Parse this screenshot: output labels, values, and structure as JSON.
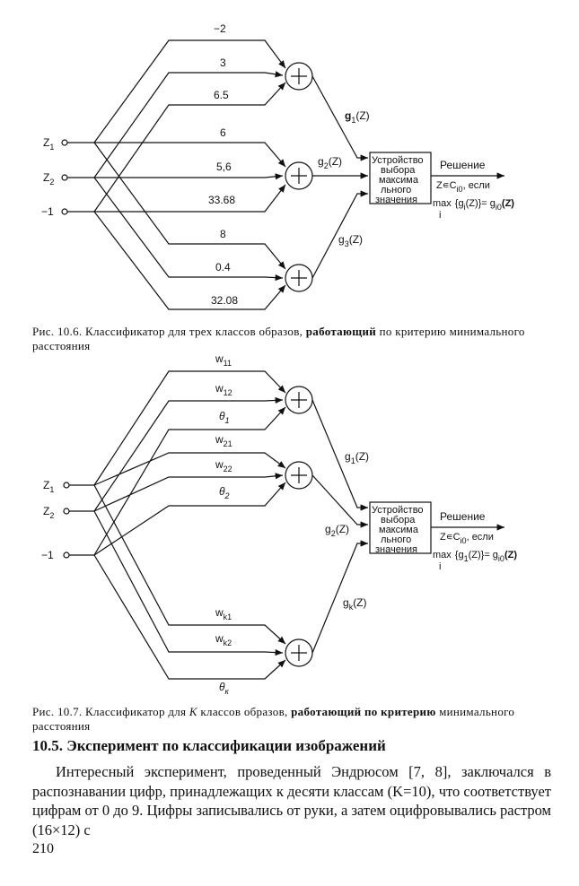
{
  "fig1": {
    "inputs": [
      "Z",
      "Z",
      "−1"
    ],
    "input_subs": [
      "1",
      "2",
      ""
    ],
    "weights": [
      "−2",
      "3",
      "6.5",
      "6",
      "5,6",
      "33.68",
      "8",
      "0.4",
      "32.08"
    ],
    "outputs": {
      "g1": "g",
      "g1_sub": "1",
      "g1_arg": "(Z)",
      "g2": "g",
      "g2_sub": "2",
      "g2_arg": "(Z)",
      "g3": "g",
      "g3_sub": "3",
      "g3_arg": "(Z)"
    },
    "box_lines": [
      "Устройство",
      "выбора",
      "максима",
      "льного",
      "значения"
    ],
    "decision": "Решение",
    "cond1": "Z∊C",
    "cond1_sub": "i0",
    "cond1_tail": ", если",
    "max_label": "max",
    "max_sub": "i",
    "max_expr": "{g",
    "max_expr_sub": "i",
    "max_expr_tail": "(Z)}= g",
    "max_rhs_sub": "i0",
    "max_rhs_tail": "(Z)"
  },
  "caption1": {
    "text": "Рис. 10.6. Классификатор для трех классов образов,",
    "bold": "работающий",
    "tail": "по критерию минимального расстояния"
  },
  "fig2": {
    "inputs": [
      "Z",
      "Z",
      "−1"
    ],
    "input_subs": [
      "1",
      "2",
      ""
    ],
    "weights": [
      {
        "base": "w",
        "sub": "11"
      },
      {
        "base": "w",
        "sub": "12"
      },
      {
        "base": "θ",
        "sub": "1"
      },
      {
        "base": "w",
        "sub": "21"
      },
      {
        "base": "w",
        "sub": "22"
      },
      {
        "base": "θ",
        "sub": "2"
      },
      {
        "base": "w",
        "sub": "k1"
      },
      {
        "base": "w",
        "sub": "k2"
      },
      {
        "base": "θ",
        "sub": "к"
      }
    ],
    "outputs": {
      "g1": "g",
      "g1_sub": "1",
      "g1_arg": "(Z)",
      "g2": "g",
      "g2_sub": "2",
      "g2_arg": "(Z)",
      "gk": "g",
      "gk_sub": "k",
      "gk_arg": "(Z)"
    },
    "box_lines": [
      "Устройство",
      "выбора",
      "максима",
      "льного",
      "значения"
    ],
    "decision": "Решение",
    "cond1": "Z∊C",
    "cond1_sub": "i0",
    "cond1_tail": ", если",
    "max_label": "max",
    "max_sub": "i",
    "max_expr": "{g",
    "max_expr_sub": "1",
    "max_expr_tail": "(Z)}= g",
    "max_rhs_sub": "i0",
    "max_rhs_tail": "(Z)"
  },
  "caption2": {
    "text": "Рис. 10.7. Классификатор для",
    "k": "K",
    "mid": "классов образов,",
    "bold": "работающий по критерию",
    "tail": "минимального расстояния"
  },
  "section_title": "10.5. Эксперимент по классификации изображений",
  "paragraph": "Интересный эксперимент, проведенный Эндрюсом [7, 8], заключался в распознавании цифр, принадлежащих к десяти классам (K=10), что соответствует цифрам от 0 до 9. Цифры записывались от руки, а затем оцифровывались растром (16×12) с",
  "page_number": "210"
}
